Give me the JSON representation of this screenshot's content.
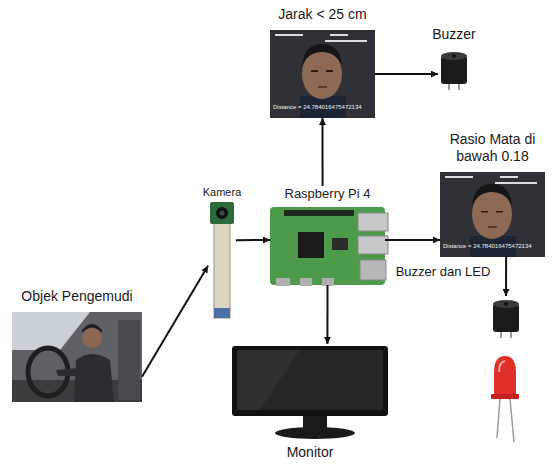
{
  "diagram": {
    "nodes": [
      {
        "text": [
          "Objek Pengemudi"
        ]
      },
      {
        "text": [
          "Kamera"
        ]
      },
      {
        "text": [
          "Raspberry Pi 4"
        ]
      },
      {
        "text": [
          "Jarak < 25 cm",
          "Distance = 24.784016475472134"
        ]
      },
      {
        "text": [
          "Buzzer"
        ]
      },
      {
        "text": [
          "Rasio Mata di bawah 0.18",
          "Distance = 24.784016475472134"
        ]
      },
      {
        "text": [
          "Buzzer dan LED"
        ]
      },
      {
        "text": [
          "Monitor"
        ]
      }
    ],
    "edges": [
      {
        "from": 0,
        "to": 1,
        "arrow": "to"
      },
      {
        "from": 1,
        "to": 2,
        "arrow": "to"
      },
      {
        "from": 2,
        "to": 3,
        "arrow": "to"
      },
      {
        "from": 3,
        "to": 4,
        "arrow": "to"
      },
      {
        "from": 2,
        "to": 5,
        "arrow": "to"
      },
      {
        "from": 5,
        "to": 6,
        "arrow": "to"
      },
      {
        "from": 2,
        "to": 7,
        "arrow": "to"
      }
    ]
  }
}
